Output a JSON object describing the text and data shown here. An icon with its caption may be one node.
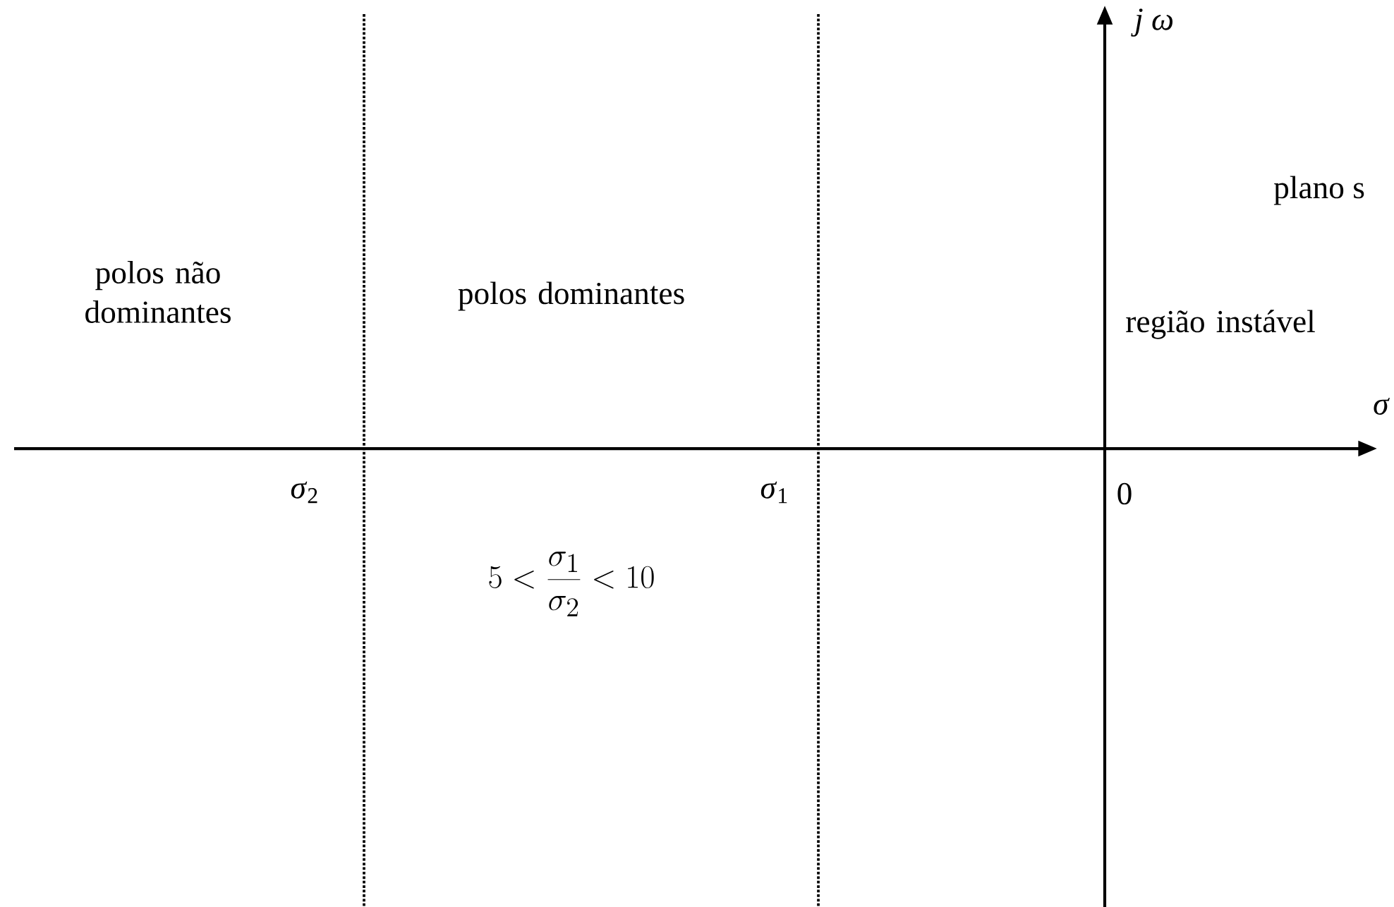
{
  "diagram": {
    "labels": [
      "*j ω*",
      "plano s",
      "polos não dominantes",
      "polos dominantes",
      "região instável",
      "*σ*",
      "*σ*$_{2}$",
      "*σ*$_{1}$",
      "0",
      "5 < \\frac{\\sigma_1}{\\sigma_2} < 10"
    ]
  }
}
